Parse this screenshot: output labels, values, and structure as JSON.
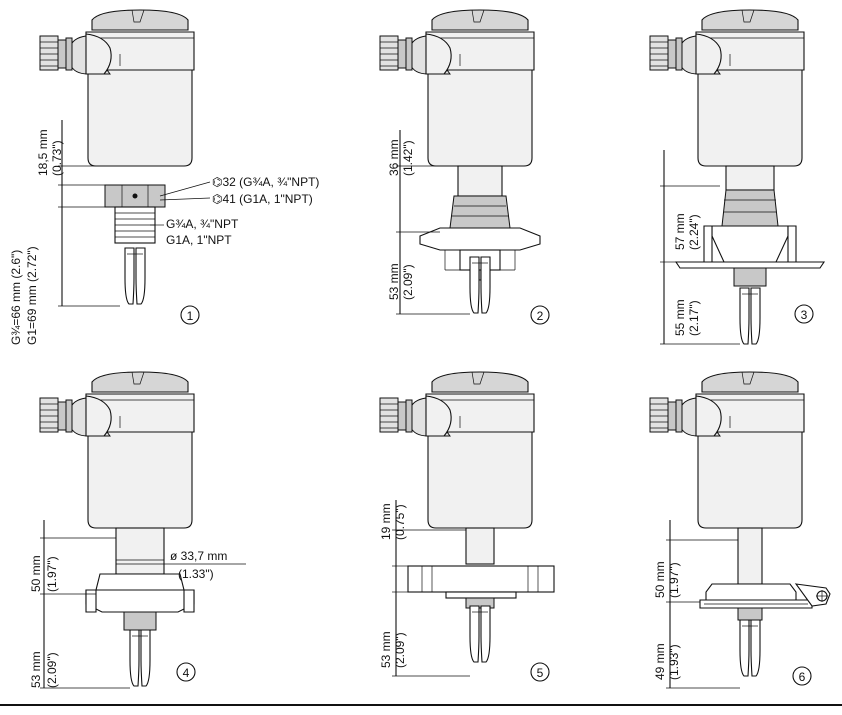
{
  "figures": [
    {
      "number": "1",
      "dims": [
        {
          "line1": "18,5 mm",
          "line2": "(0.73\")"
        },
        {
          "line1": "G¾=66 mm (2.6\")",
          "line2": "G1=69 mm (2.72\")"
        }
      ],
      "annotations": [
        "⌬32 (G¾A, ¾\"NPT)",
        "⌬41 (G1A, 1\"NPT)",
        "G¾A, ¾\"NPT",
        "G1A, 1\"NPT"
      ]
    },
    {
      "number": "2",
      "dims": [
        {
          "line1": "36 mm",
          "line2": "(1.42\")"
        },
        {
          "line1": "53 mm",
          "line2": "(2.09\")"
        }
      ]
    },
    {
      "number": "3",
      "dims": [
        {
          "line1": "57 mm",
          "line2": "(2.24\")"
        },
        {
          "line1": "55 mm",
          "line2": "(2.17\")"
        }
      ]
    },
    {
      "number": "4",
      "dims": [
        {
          "line1": "50 mm",
          "line2": "(1.97\")"
        },
        {
          "line1": "53 mm",
          "line2": "(2.09\")"
        }
      ],
      "annotations": [
        "ø 33,7 mm",
        "(1.33\")"
      ]
    },
    {
      "number": "5",
      "dims": [
        {
          "line1": "19 mm",
          "line2": "(0.75\")"
        },
        {
          "line1": "53 mm",
          "line2": "(2.09\")"
        }
      ]
    },
    {
      "number": "6",
      "dims": [
        {
          "line1": "50 mm",
          "line2": "(1.97\")"
        },
        {
          "line1": "49 mm",
          "line2": "(1.93\")"
        }
      ]
    }
  ]
}
